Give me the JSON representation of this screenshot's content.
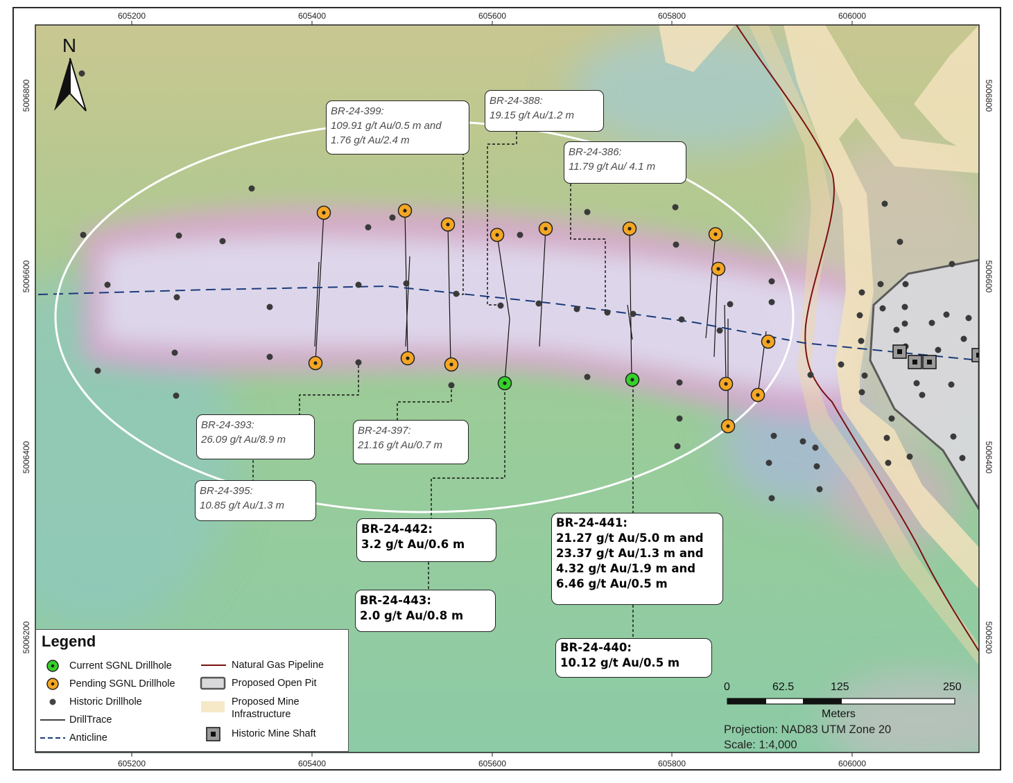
{
  "axes": {
    "x_ticks": [
      "605200",
      "605400",
      "605600",
      "605800",
      "606000"
    ],
    "y_ticks": [
      "5006800",
      "5006600",
      "5006400",
      "5006200"
    ]
  },
  "north_arrow": {
    "label": "N",
    "icon": "north-arrow-icon"
  },
  "callouts": [
    {
      "id": "BR-24-399:",
      "lines": [
        "109.91 g/t Au/0.5 m and",
        "1.76 g/t Au/2.4 m"
      ],
      "style": "italic"
    },
    {
      "id": "BR-24-388:",
      "lines": [
        "19.15 g/t Au/1.2 m"
      ],
      "style": "italic"
    },
    {
      "id": "BR-24-386:",
      "lines": [
        "11.79 g/t Au/ 4.1 m"
      ],
      "style": "italic"
    },
    {
      "id": "BR-24-393:",
      "lines": [
        "26.09 g/t Au/8.9 m"
      ],
      "style": "italic"
    },
    {
      "id": "BR-24-397:",
      "lines": [
        "21.16 g/t Au/0.7 m"
      ],
      "style": "italic"
    },
    {
      "id": "BR-24-395:",
      "lines": [
        "10.85 g/t Au/1.3 m"
      ],
      "style": "italic"
    },
    {
      "id": "BR-24-442:",
      "lines": [
        "3.2 g/t Au/0.6 m"
      ],
      "style": "bold"
    },
    {
      "id": "BR-24-443:",
      "lines": [
        "2.0 g/t Au/0.8 m"
      ],
      "style": "bold"
    },
    {
      "id": "BR-24-441:",
      "lines": [
        "21.27 g/t Au/5.0 m and",
        "23.37 g/t Au/1.3 m and",
        "4.32 g/t Au/1.9 m and",
        "6.46 g/t Au/0.5 m"
      ],
      "style": "bold"
    },
    {
      "id": "BR-24-440:",
      "lines": [
        "10.12 g/t Au/0.5 m"
      ],
      "style": "bold"
    }
  ],
  "legend": {
    "title": "Legend",
    "items": [
      {
        "label": "Current SGNL Drillhole",
        "icon": "current-drillhole-icon",
        "color": "#35d12a"
      },
      {
        "label": "Pending SGNL Drillhole",
        "icon": "pending-drillhole-icon",
        "color": "#f5a623"
      },
      {
        "label": "Historic Drillhole",
        "icon": "historic-drillhole-icon",
        "color": "#444444"
      },
      {
        "label": "DrillTrace",
        "icon": "drilltrace-line-icon",
        "color": "#000000"
      },
      {
        "label": "Anticline",
        "icon": "anticline-dashed-line-icon",
        "color": "#1a3a7a"
      },
      {
        "label": "Natural Gas Pipeline",
        "icon": "pipeline-line-icon",
        "color": "#7a1010"
      },
      {
        "label": "Proposed Open Pit",
        "icon": "open-pit-icon",
        "color": "#d9d9d9"
      },
      {
        "label": "Proposed Mine",
        "label2": "Infrastructure",
        "icon": "mine-infrastructure-icon",
        "color": "#f5e9c8"
      },
      {
        "label": "Historic Mine Shaft",
        "icon": "mine-shaft-icon",
        "color": "#9a9a9a"
      }
    ]
  },
  "scale_bar": {
    "labels": [
      "0",
      "62.5",
      "125",
      "250"
    ],
    "unit": "Meters",
    "projection": "Projection: NAD83 UTM Zone 20",
    "scale": "Scale: 1:4,000"
  },
  "colors": {
    "current_drillhole": "#35d12a",
    "pending_drillhole": "#f5a623",
    "historic_drillhole": "#3a3a3a",
    "anticline": "#1a3a7a",
    "pipeline": "#7a1010",
    "infrastructure": "#f3e2bd",
    "open_pit_fill": "#d9d9dc"
  }
}
